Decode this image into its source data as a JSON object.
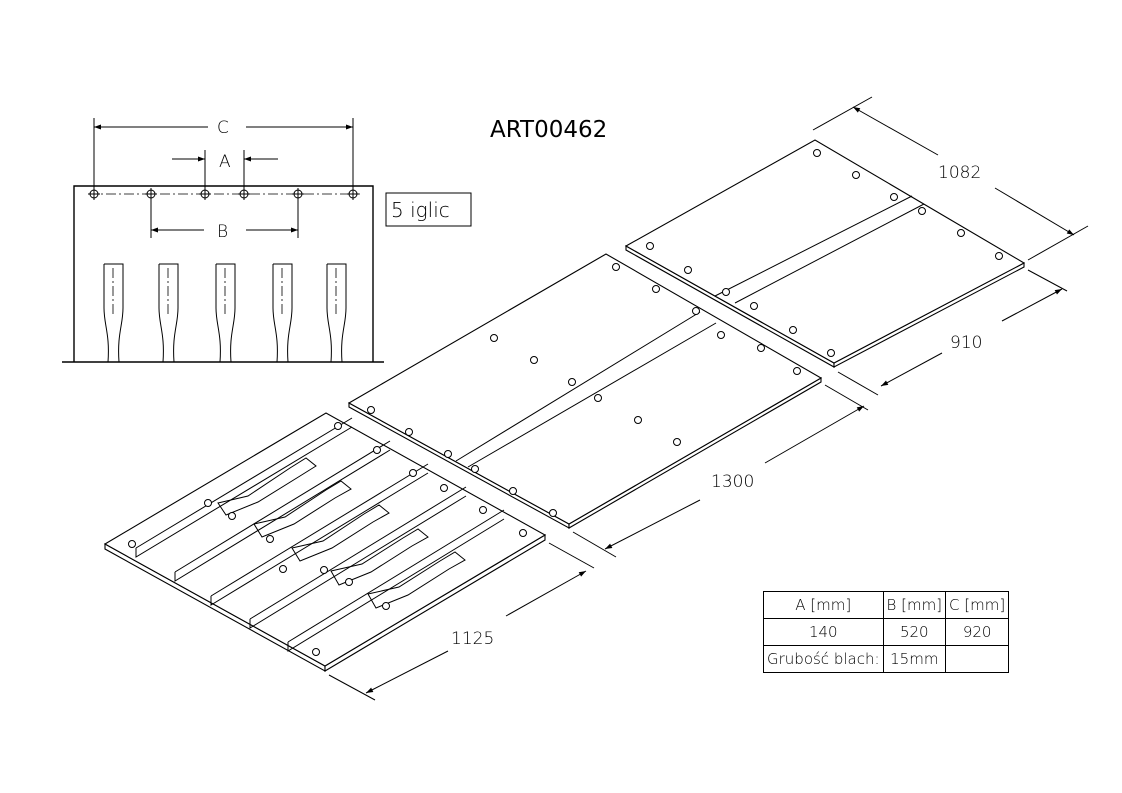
{
  "title": "ART00462",
  "front_view": {
    "labels": {
      "a": "A",
      "b": "B",
      "c": "C"
    },
    "needle_count_label": "5 iglic"
  },
  "dimensions": {
    "top_plate_length": "1082",
    "top_plate_width": "910",
    "middle_plate_length": "1300",
    "bottom_plate_length": "1125"
  },
  "table": {
    "headers": [
      "A [mm]",
      "B [mm]",
      "C [mm]"
    ],
    "values": [
      "140",
      "520",
      "920"
    ],
    "thickness_label": "Grubość blach:",
    "thickness_value": "15mm"
  }
}
